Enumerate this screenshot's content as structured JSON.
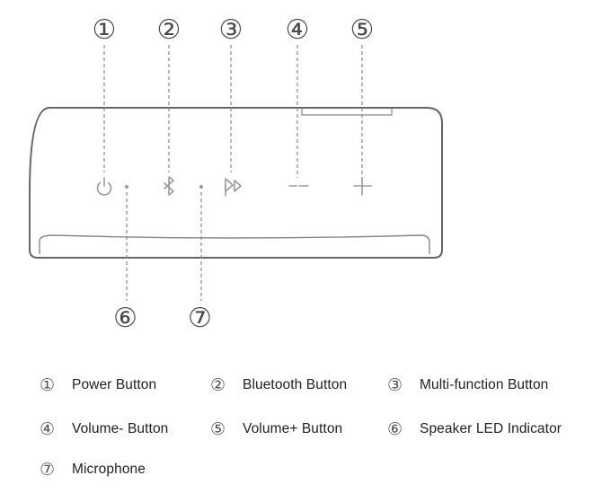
{
  "callouts": [
    "①",
    "②",
    "③",
    "④",
    "⑤",
    "⑥",
    "⑦"
  ],
  "legend": [
    {
      "num": "①",
      "label": "Power Button"
    },
    {
      "num": "②",
      "label": "Bluetooth Button"
    },
    {
      "num": "③",
      "label": "Multi-function Button"
    },
    {
      "num": "④",
      "label": "Volume- Button"
    },
    {
      "num": "⑤",
      "label": "Volume+ Button"
    },
    {
      "num": "⑥",
      "label": "Speaker LED Indicator"
    },
    {
      "num": "⑦",
      "label": "Microphone"
    }
  ],
  "icons": [
    "power-icon",
    "bluetooth-icon",
    "play-pause-icon",
    "volume-down-icon",
    "volume-up-icon"
  ],
  "colors": {
    "outline": "#666666",
    "leader": "#8a8a8a",
    "icon": "#9a9a9a"
  }
}
